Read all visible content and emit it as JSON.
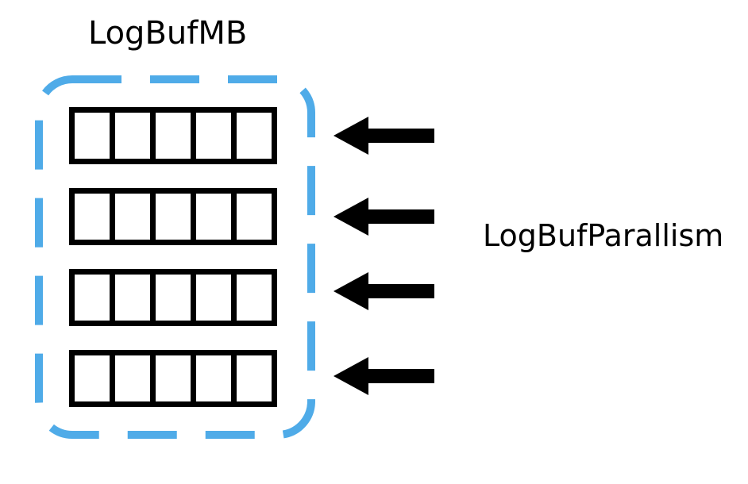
{
  "diagram": {
    "title": "LogBufMB",
    "side_label": "LogBufParallism",
    "colors": {
      "dashed_border": "#4FABE8",
      "box_stroke": "#000000",
      "arrow_fill": "#000000",
      "background": "#FFFFFF"
    },
    "container": {
      "name": "LogBufMB",
      "style": "dashed-rounded-rectangle",
      "rows": 4,
      "cells_per_row": 5
    },
    "buffer_rows": [
      {
        "index": 0,
        "cells": [
          "",
          "",
          "",
          "",
          ""
        ]
      },
      {
        "index": 1,
        "cells": [
          "",
          "",
          "",
          "",
          ""
        ]
      },
      {
        "index": 2,
        "cells": [
          "",
          "",
          "",
          "",
          ""
        ]
      },
      {
        "index": 3,
        "cells": [
          "",
          "",
          "",
          "",
          ""
        ]
      }
    ],
    "arrows": [
      {
        "index": 0,
        "direction": "left",
        "label": "LogBufParallism"
      },
      {
        "index": 1,
        "direction": "left",
        "label": "LogBufParallism"
      },
      {
        "index": 2,
        "direction": "left",
        "label": "LogBufParallism"
      },
      {
        "index": 3,
        "direction": "left",
        "label": "LogBufParallism"
      }
    ]
  }
}
